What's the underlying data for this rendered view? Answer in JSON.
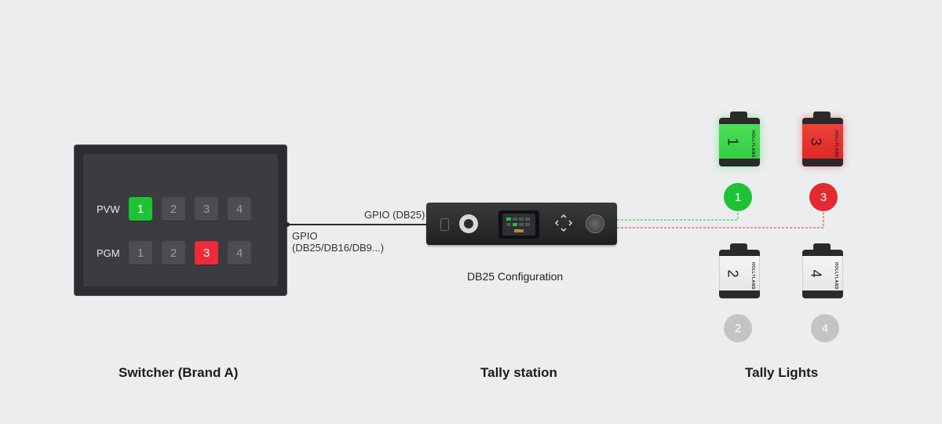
{
  "switcher": {
    "caption": "Switcher (Brand A)",
    "rows": [
      {
        "label": "PVW",
        "keys": [
          "1",
          "2",
          "3",
          "4"
        ],
        "active_index": 0,
        "active_color": "#1ec334"
      },
      {
        "label": "PGM",
        "keys": [
          "1",
          "2",
          "3",
          "4"
        ],
        "active_index": 2,
        "active_color": "#ef2a3a"
      }
    ]
  },
  "links": {
    "switcher_out_label": "GPIO",
    "switcher_out_sub": "(DB25/DB16/DB9...)",
    "station_in_label": "GPIO (DB25)"
  },
  "station": {
    "caption": "Tally station",
    "config_label": "DB25 Configuration"
  },
  "tally_lights": {
    "caption": "Tally Lights",
    "brand_text": "HOLLYLAND",
    "units": [
      {
        "number": "1",
        "state": "preview",
        "color": "#2bd641"
      },
      {
        "number": "3",
        "state": "program",
        "color": "#ee2b2b"
      },
      {
        "number": "2",
        "state": "off",
        "color": "#c8c8c8"
      },
      {
        "number": "4",
        "state": "off",
        "color": "#c8c8c8"
      }
    ]
  },
  "colors": {
    "preview": "#1ec334",
    "program": "#e32a32",
    "off": "#c4c4c4"
  }
}
